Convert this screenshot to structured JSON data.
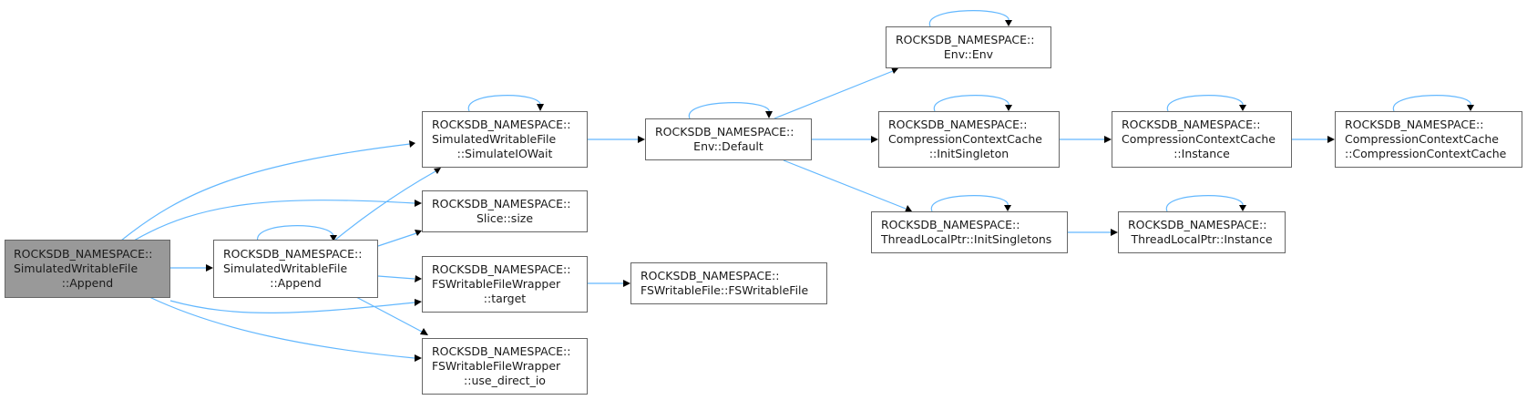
{
  "colors": {
    "edge": "#63b8ff",
    "node_border": "#666666",
    "root_fill": "#999999",
    "node_fill": "#ffffff"
  },
  "nodes": {
    "root": {
      "lines": [
        "ROCKSDB_NAMESPACE::",
        "SimulatedWritableFile",
        "::Append"
      ]
    },
    "append": {
      "lines": [
        "ROCKSDB_NAMESPACE::",
        "SimulatedWritableFile",
        "::Append"
      ]
    },
    "simio": {
      "lines": [
        "ROCKSDB_NAMESPACE::",
        "SimulatedWritableFile",
        "::SimulateIOWait"
      ]
    },
    "slice": {
      "lines": [
        "ROCKSDB_NAMESPACE::",
        "Slice::size"
      ]
    },
    "target": {
      "lines": [
        "ROCKSDB_NAMESPACE::",
        "FSWritableFileWrapper",
        "::target"
      ]
    },
    "directio": {
      "lines": [
        "ROCKSDB_NAMESPACE::",
        "FSWritableFileWrapper",
        "::use_direct_io"
      ]
    },
    "fswf": {
      "lines": [
        "ROCKSDB_NAMESPACE::",
        "FSWritableFile::FSWritableFile"
      ]
    },
    "envdef": {
      "lines": [
        "ROCKSDB_NAMESPACE::",
        "Env::Default"
      ]
    },
    "envenv": {
      "lines": [
        "ROCKSDB_NAMESPACE::",
        "Env::Env"
      ]
    },
    "ccinit": {
      "lines": [
        "ROCKSDB_NAMESPACE::",
        "CompressionContextCache",
        "::InitSingleton"
      ]
    },
    "tlinit": {
      "lines": [
        "ROCKSDB_NAMESPACE::",
        "ThreadLocalPtr::InitSingletons"
      ]
    },
    "ccinst": {
      "lines": [
        "ROCKSDB_NAMESPACE::",
        "CompressionContextCache",
        "::Instance"
      ]
    },
    "tlinst": {
      "lines": [
        "ROCKSDB_NAMESPACE::",
        "ThreadLocalPtr::Instance"
      ]
    },
    "ccctor": {
      "lines": [
        "ROCKSDB_NAMESPACE::",
        "CompressionContextCache",
        "::CompressionContextCache"
      ]
    }
  },
  "edges": [
    [
      "root",
      "append"
    ],
    [
      "root",
      "simio"
    ],
    [
      "root",
      "slice"
    ],
    [
      "root",
      "target"
    ],
    [
      "root",
      "directio"
    ],
    [
      "append",
      "simio"
    ],
    [
      "append",
      "slice"
    ],
    [
      "append",
      "target"
    ],
    [
      "append",
      "directio"
    ],
    [
      "simio",
      "envdef"
    ],
    [
      "target",
      "fswf"
    ],
    [
      "envdef",
      "envenv"
    ],
    [
      "envdef",
      "ccinit"
    ],
    [
      "envdef",
      "tlinit"
    ],
    [
      "ccinit",
      "ccinst"
    ],
    [
      "tlinit",
      "tlinst"
    ],
    [
      "ccinst",
      "ccctor"
    ]
  ]
}
